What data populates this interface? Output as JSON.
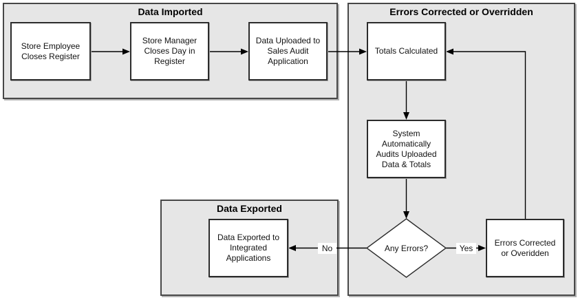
{
  "flowchart": {
    "groups": {
      "data_imported": {
        "title": "Data Imported"
      },
      "errors_corrected": {
        "title": "Errors Corrected or Overridden"
      },
      "data_exported": {
        "title": "Data Exported"
      }
    },
    "nodes": {
      "store_employee": {
        "label": "Store Employee\nCloses Register"
      },
      "store_manager": {
        "label": "Store Manager\nCloses Day in\nRegister"
      },
      "data_uploaded": {
        "label": "Data Uploaded to\nSales Audit\nApplication"
      },
      "totals_calculated": {
        "label": "Totals Calculated"
      },
      "system_audits": {
        "label": "System\nAutomatically\nAudits Uploaded\nData & Totals"
      },
      "errors_corrected": {
        "label": "Errors Corrected\nor Overidden"
      },
      "data_exported": {
        "label": "Data Exported to\nIntegrated\nApplications"
      }
    },
    "decision": {
      "label": "Any Errors?"
    },
    "edge_labels": {
      "yes": "Yes",
      "no": "No"
    },
    "colors": {
      "group_fill": "#e6e6e6",
      "group_border": "#474747",
      "node_fill": "#ffffff",
      "node_border": "#2b2b2b",
      "line": "#000000"
    }
  }
}
